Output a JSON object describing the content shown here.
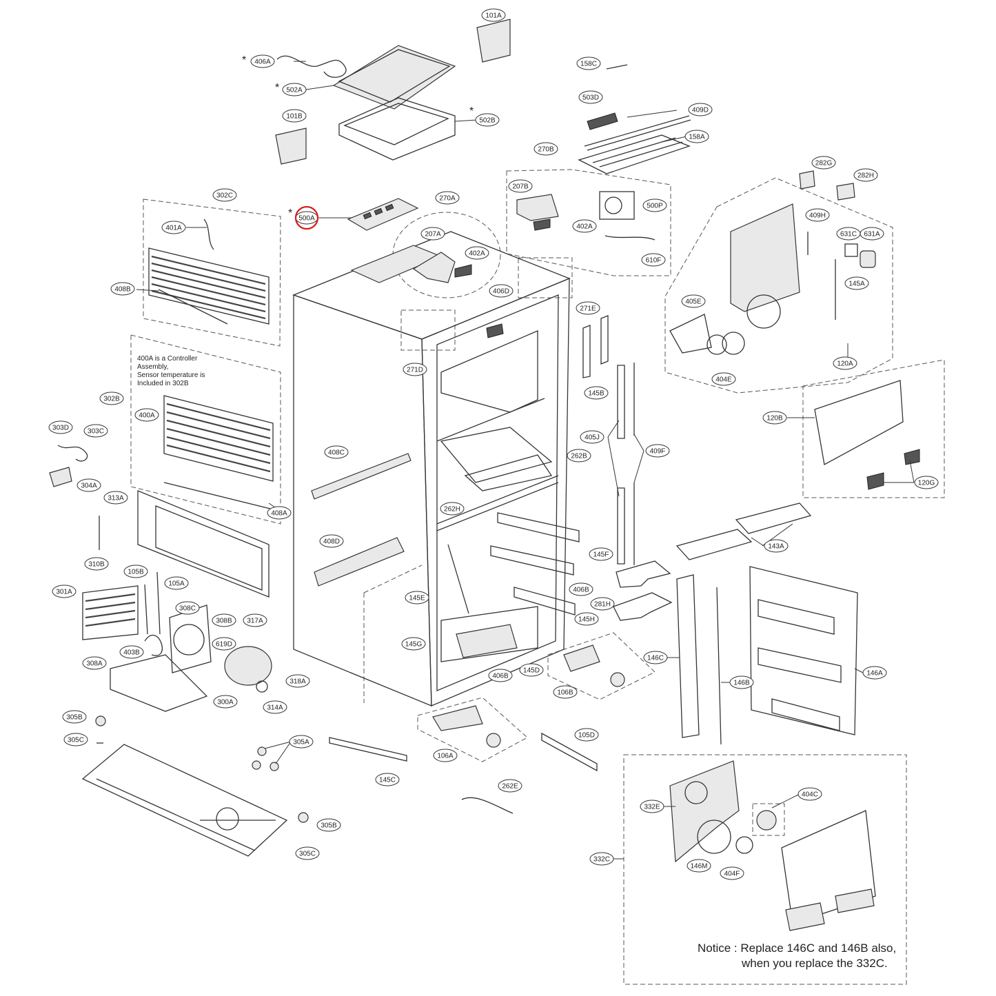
{
  "diagram": {
    "note_400a": [
      "400A is a Controller",
      "Assembly,",
      "Sensor temperature is",
      "Included in 302B"
    ],
    "notice_line1": "Notice : Replace 146C and 146B also,",
    "notice_line2": "when you replace the 332C.",
    "star": "*",
    "highlighted_part": "500A",
    "colors": {
      "line": "#333333",
      "highlight": "#d41d1d",
      "background": "#ffffff"
    },
    "callouts": {
      "c101A": "101A",
      "c406A": "406A",
      "c502A": "502A",
      "c502B": "502B",
      "c101B": "101B",
      "c158C": "158C",
      "c503D": "503D",
      "c409D": "409D",
      "c158A": "158A",
      "c270B": "270B",
      "c207B": "207B",
      "c500P": "500P",
      "c402A_1": "402A",
      "c610F": "610F",
      "c282G": "282G",
      "c282H": "282H",
      "c409H": "409H",
      "c631C": "631C",
      "c631A": "631A",
      "c145A": "145A",
      "c405E": "405E",
      "c404E": "404E",
      "c120A": "120A",
      "c302C": "302C",
      "c401A": "401A",
      "c408B": "408B",
      "c500A": "500A",
      "c270A": "270A",
      "c207A": "207A",
      "c402A_2": "402A",
      "c406D": "406D",
      "c271E": "271E",
      "c271D": "271D",
      "c145B": "145B",
      "c405J": "405J",
      "c409F": "409F",
      "c120B": "120B",
      "c120G": "120G",
      "c302B": "302B",
      "c400A": "400A",
      "c303D": "303D",
      "c303C": "303C",
      "c304A": "304A",
      "c408C": "408C",
      "c262B": "262B",
      "c313A": "313A",
      "c408A": "408A",
      "c262H": "262H",
      "c143A": "143A",
      "c408D": "408D",
      "c310B": "310B",
      "c145F": "145F",
      "c105B": "105B",
      "c105A": "105A",
      "c301A": "301A",
      "c308C": "308C",
      "c145E": "145E",
      "c406B_1": "406B",
      "c281H": "281H",
      "c145H": "145H",
      "c308B": "308B",
      "c317A": "317A",
      "c403B": "403B",
      "c619D": "619D",
      "c145G": "145G",
      "c146C": "146C",
      "c146A": "146A",
      "c308A": "308A",
      "c406B_2": "406B",
      "c145D": "145D",
      "c318A": "318A",
      "c106B": "106B",
      "c146B": "146B",
      "c300A": "300A",
      "c314A": "314A",
      "c305B_1": "305B",
      "c305C_1": "305C",
      "c305A": "305A",
      "c105D": "105D",
      "c106A": "106A",
      "c145C": "145C",
      "c262E": "262E",
      "c404C": "404C",
      "c332E": "332E",
      "c305B_2": "305B",
      "c332C": "332C",
      "c146M": "146M",
      "c404F": "404F",
      "c305C_2": "305C"
    }
  }
}
